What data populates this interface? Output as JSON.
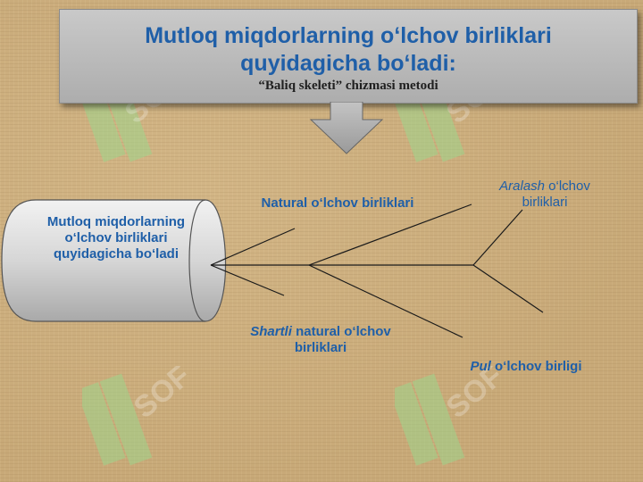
{
  "title": {
    "main": "Mutloq miqdorlarning o‘lchov birliklari quyidagicha bo‘ladi:",
    "subtitle": "“Baliq skeleti” chizmasi metodi"
  },
  "head": {
    "text": "Mutloq miqdorlarning o‘lchov birliklari quyidagicha bo‘ladi"
  },
  "branches": {
    "natural": "Natural o‘lchov birliklari",
    "shartli_prefix": "Shartli",
    "shartli_rest": " natural o‘lchov birliklari",
    "aralash_prefix": "Aralash",
    "aralash_rest": " o‘lchov birliklari",
    "pul_prefix": "Pul",
    "pul_rest": " o‘lchov birligi"
  },
  "watermark": "SOF",
  "colors": {
    "text_blue": "#1f5fa8",
    "background": "#c8a978",
    "watermark_green": "#8fd08a"
  }
}
